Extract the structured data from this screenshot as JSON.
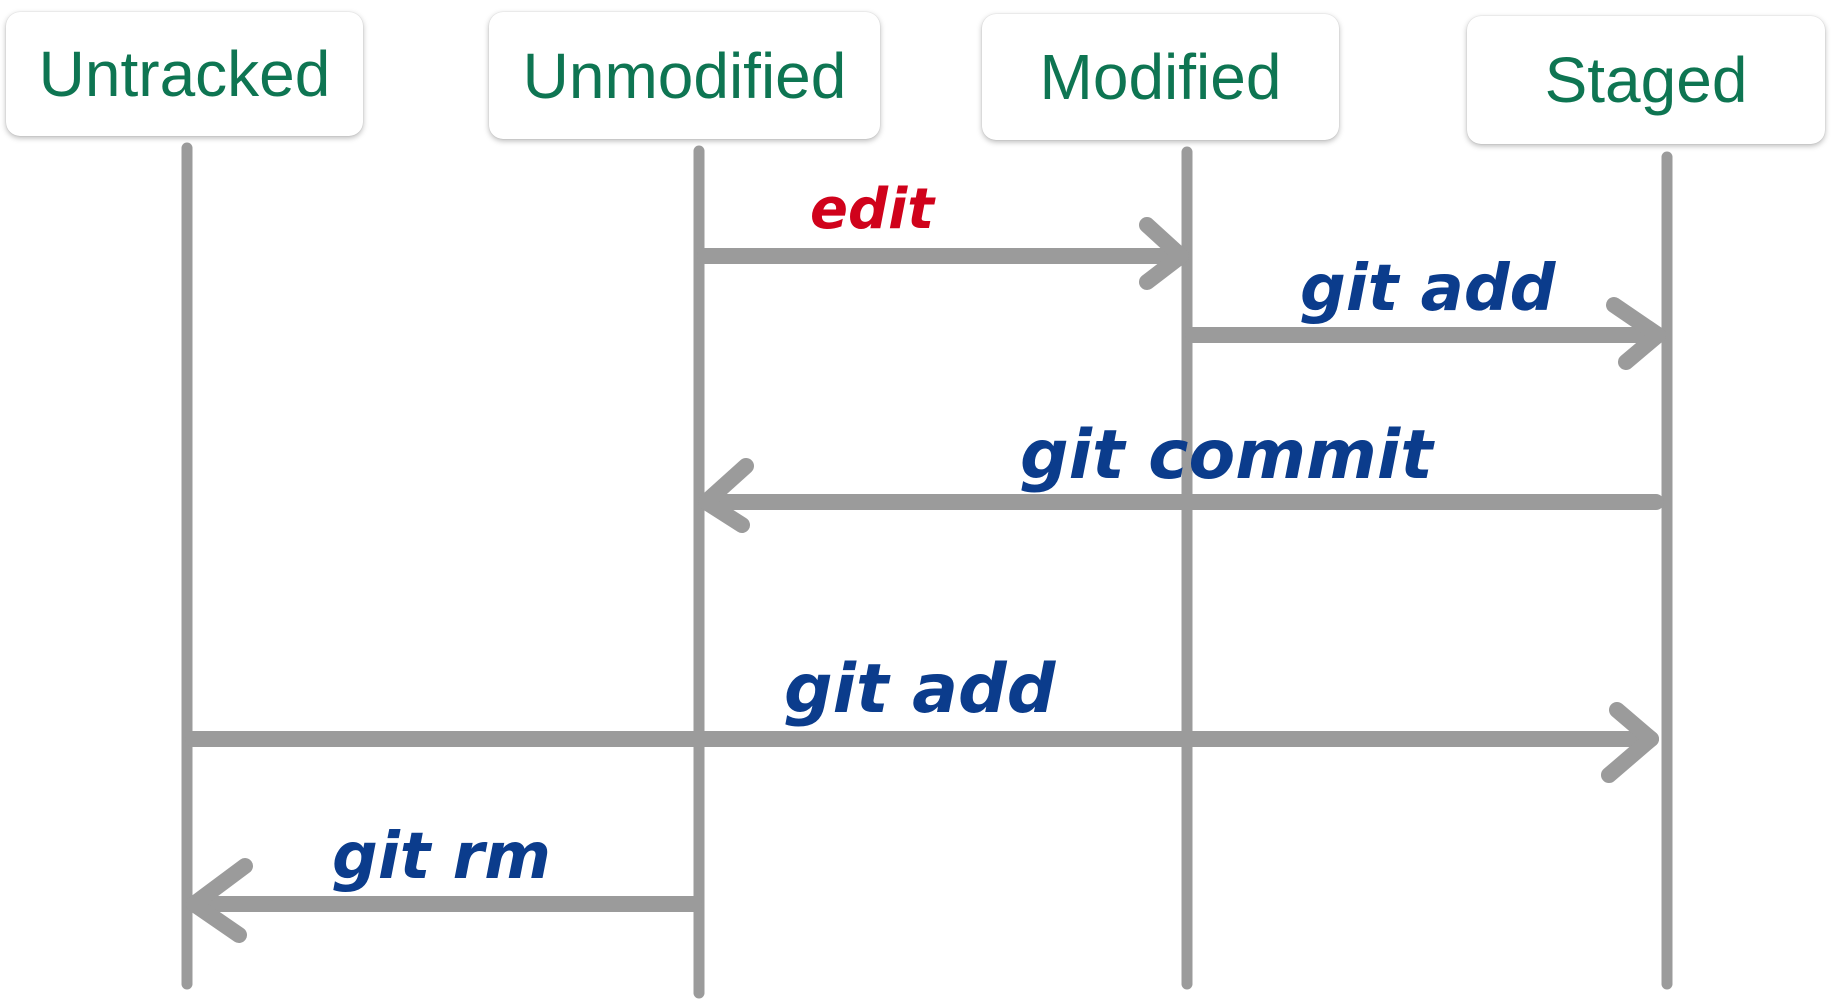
{
  "states": {
    "untracked": "Untracked",
    "unmodified": "Unmodified",
    "modified": "Modified",
    "staged": "Staged"
  },
  "transitions": [
    {
      "label": "edit",
      "from": "Unmodified",
      "to": "Modified",
      "color": "#d0021b"
    },
    {
      "label": "git add",
      "from": "Modified",
      "to": "Staged",
      "color": "#0b3c8c"
    },
    {
      "label": "git commit",
      "from": "Staged",
      "to": "Unmodified",
      "color": "#0b3c8c"
    },
    {
      "label": "git add",
      "from": "Untracked",
      "to": "Staged",
      "color": "#0b3c8c"
    },
    {
      "label": "git rm",
      "from": "Unmodified",
      "to": "Untracked",
      "color": "#0b3c8c"
    }
  ],
  "colors": {
    "state_text": "#0e7552",
    "lines": "#9b9b9b",
    "edit_label": "#d0021b",
    "command_label": "#0b3c8c"
  }
}
